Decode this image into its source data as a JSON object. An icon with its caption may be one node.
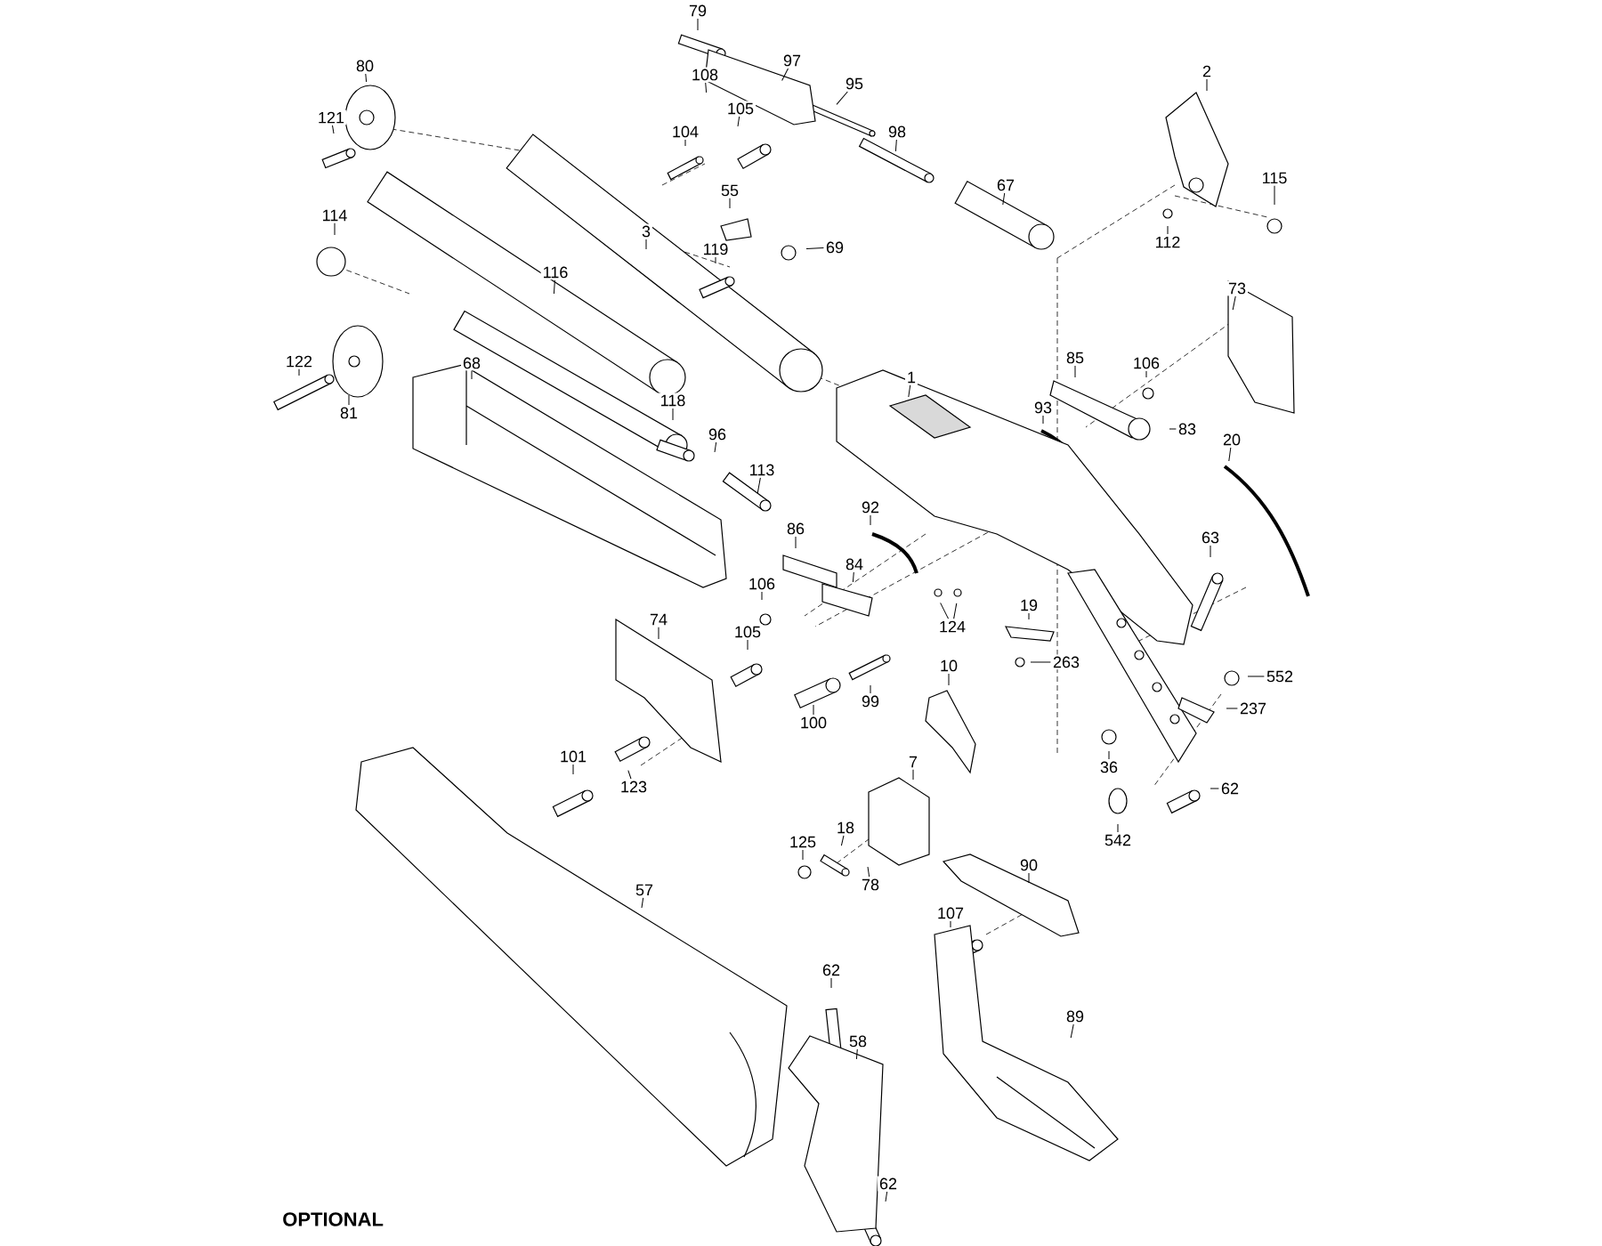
{
  "diagram": {
    "nodes": [
      {
        "text": [
          "79"
        ]
      },
      {
        "text": [
          "97"
        ]
      },
      {
        "text": [
          "108"
        ]
      },
      {
        "text": [
          "105"
        ]
      },
      {
        "text": [
          "95"
        ]
      },
      {
        "text": [
          "104"
        ]
      },
      {
        "text": [
          "98"
        ]
      },
      {
        "text": [
          "67"
        ]
      },
      {
        "text": [
          "2"
        ]
      },
      {
        "text": [
          "80"
        ]
      },
      {
        "text": [
          "121"
        ]
      },
      {
        "text": [
          "55"
        ]
      },
      {
        "text": [
          "115"
        ]
      },
      {
        "text": [
          "3"
        ]
      },
      {
        "text": [
          "112"
        ]
      },
      {
        "text": [
          "69"
        ]
      },
      {
        "text": [
          "119"
        ]
      },
      {
        "text": [
          "114"
        ]
      },
      {
        "text": [
          "116"
        ]
      },
      {
        "text": [
          "73"
        ]
      },
      {
        "text": [
          "122"
        ]
      },
      {
        "text": [
          "85"
        ]
      },
      {
        "text": [
          "106"
        ]
      },
      {
        "text": [
          "68"
        ]
      },
      {
        "text": [
          "1"
        ]
      },
      {
        "text": [
          "81"
        ]
      },
      {
        "text": [
          "93"
        ]
      },
      {
        "text": [
          "118"
        ]
      },
      {
        "text": [
          "83"
        ]
      },
      {
        "text": [
          "96"
        ]
      },
      {
        "text": [
          "20"
        ]
      },
      {
        "text": [
          "113"
        ]
      },
      {
        "text": [
          "92"
        ]
      },
      {
        "text": [
          "86"
        ]
      },
      {
        "text": [
          "63"
        ]
      },
      {
        "text": [
          "84"
        ]
      },
      {
        "text": [
          "106"
        ]
      },
      {
        "text": [
          "19"
        ]
      },
      {
        "text": [
          "74"
        ]
      },
      {
        "text": [
          "124"
        ]
      },
      {
        "text": [
          "105"
        ]
      },
      {
        "text": [
          "263"
        ]
      },
      {
        "text": [
          "10"
        ]
      },
      {
        "text": [
          "552"
        ]
      },
      {
        "text": [
          "99"
        ]
      },
      {
        "text": [
          "237"
        ]
      },
      {
        "text": [
          "100"
        ]
      },
      {
        "text": [
          "101"
        ]
      },
      {
        "text": [
          "7"
        ]
      },
      {
        "text": [
          "36"
        ]
      },
      {
        "text": [
          "123"
        ]
      },
      {
        "text": [
          "62"
        ]
      },
      {
        "text": [
          "18"
        ]
      },
      {
        "text": [
          "125"
        ]
      },
      {
        "text": [
          "542"
        ]
      },
      {
        "text": [
          "90"
        ]
      },
      {
        "text": [
          "78"
        ]
      },
      {
        "text": [
          "57"
        ]
      },
      {
        "text": [
          "107"
        ]
      },
      {
        "text": [
          "62"
        ]
      },
      {
        "text": [
          "89"
        ]
      },
      {
        "text": [
          "58"
        ]
      },
      {
        "text": [
          "62"
        ]
      }
    ],
    "edges": [
      {
        "from": 0,
        "to": null,
        "arrow": "none"
      },
      {
        "from": 1,
        "to": null,
        "arrow": "none"
      },
      {
        "from": 2,
        "to": null,
        "arrow": "none"
      },
      {
        "from": 3,
        "to": null,
        "arrow": "none"
      },
      {
        "from": 4,
        "to": null,
        "arrow": "none"
      },
      {
        "from": 5,
        "to": null,
        "arrow": "none"
      },
      {
        "from": 6,
        "to": null,
        "arrow": "none"
      },
      {
        "from": 7,
        "to": null,
        "arrow": "none"
      },
      {
        "from": 8,
        "to": null,
        "arrow": "none"
      },
      {
        "from": 9,
        "to": null,
        "arrow": "none"
      },
      {
        "from": 10,
        "to": null,
        "arrow": "none"
      },
      {
        "from": 11,
        "to": null,
        "arrow": "none"
      },
      {
        "from": 12,
        "to": null,
        "arrow": "none"
      },
      {
        "from": 13,
        "to": null,
        "arrow": "none"
      },
      {
        "from": 14,
        "to": null,
        "arrow": "none"
      },
      {
        "from": 15,
        "to": null,
        "arrow": "none"
      },
      {
        "from": 16,
        "to": null,
        "arrow": "none"
      },
      {
        "from": 17,
        "to": null,
        "arrow": "none"
      },
      {
        "from": 18,
        "to": null,
        "arrow": "none"
      },
      {
        "from": 19,
        "to": null,
        "arrow": "none"
      },
      {
        "from": 20,
        "to": null,
        "arrow": "none"
      },
      {
        "from": 21,
        "to": null,
        "arrow": "none"
      },
      {
        "from": 22,
        "to": null,
        "arrow": "none"
      },
      {
        "from": 23,
        "to": null,
        "arrow": "none"
      },
      {
        "from": 24,
        "to": null,
        "arrow": "none"
      },
      {
        "from": 25,
        "to": null,
        "arrow": "none"
      },
      {
        "from": 26,
        "to": null,
        "arrow": "none"
      },
      {
        "from": 27,
        "to": null,
        "arrow": "none"
      },
      {
        "from": 28,
        "to": null,
        "arrow": "none"
      },
      {
        "from": 29,
        "to": null,
        "arrow": "none"
      },
      {
        "from": 30,
        "to": null,
        "arrow": "none"
      },
      {
        "from": 31,
        "to": null,
        "arrow": "none"
      },
      {
        "from": 32,
        "to": null,
        "arrow": "none"
      },
      {
        "from": 33,
        "to": null,
        "arrow": "none"
      },
      {
        "from": 34,
        "to": null,
        "arrow": "none"
      },
      {
        "from": 35,
        "to": null,
        "arrow": "none"
      },
      {
        "from": 36,
        "to": null,
        "arrow": "none"
      },
      {
        "from": 37,
        "to": null,
        "arrow": "none"
      },
      {
        "from": 38,
        "to": null,
        "arrow": "none"
      },
      {
        "from": 39,
        "to": null,
        "arrow": "none"
      },
      {
        "from": 39,
        "to": null,
        "arrow": "none"
      },
      {
        "from": 40,
        "to": null,
        "arrow": "none"
      },
      {
        "from": 41,
        "to": null,
        "arrow": "none"
      },
      {
        "from": 42,
        "to": null,
        "arrow": "none"
      },
      {
        "from": 43,
        "to": null,
        "arrow": "none"
      },
      {
        "from": 44,
        "to": null,
        "arrow": "none"
      },
      {
        "from": 45,
        "to": null,
        "arrow": "none"
      },
      {
        "from": 46,
        "to": null,
        "arrow": "none"
      },
      {
        "from": 47,
        "to": null,
        "arrow": "none"
      },
      {
        "from": 48,
        "to": null,
        "arrow": "none"
      },
      {
        "from": 49,
        "to": null,
        "arrow": "none"
      },
      {
        "from": 50,
        "to": null,
        "arrow": "none"
      },
      {
        "from": 51,
        "to": null,
        "arrow": "none"
      },
      {
        "from": 52,
        "to": null,
        "arrow": "none"
      },
      {
        "from": 53,
        "to": null,
        "arrow": "none"
      },
      {
        "from": 54,
        "to": null,
        "arrow": "none"
      },
      {
        "from": 55,
        "to": null,
        "arrow": "none"
      },
      {
        "from": 56,
        "to": null,
        "arrow": "none"
      },
      {
        "from": 57,
        "to": null,
        "arrow": "none"
      },
      {
        "from": 58,
        "to": null,
        "arrow": "none"
      },
      {
        "from": 59,
        "to": null,
        "arrow": "none"
      },
      {
        "from": 60,
        "to": null,
        "arrow": "none"
      },
      {
        "from": 61,
        "to": null,
        "arrow": "none"
      },
      {
        "from": 62,
        "to": null,
        "arrow": "none"
      }
    ],
    "labels": [
      "OPTIONAL"
    ]
  }
}
